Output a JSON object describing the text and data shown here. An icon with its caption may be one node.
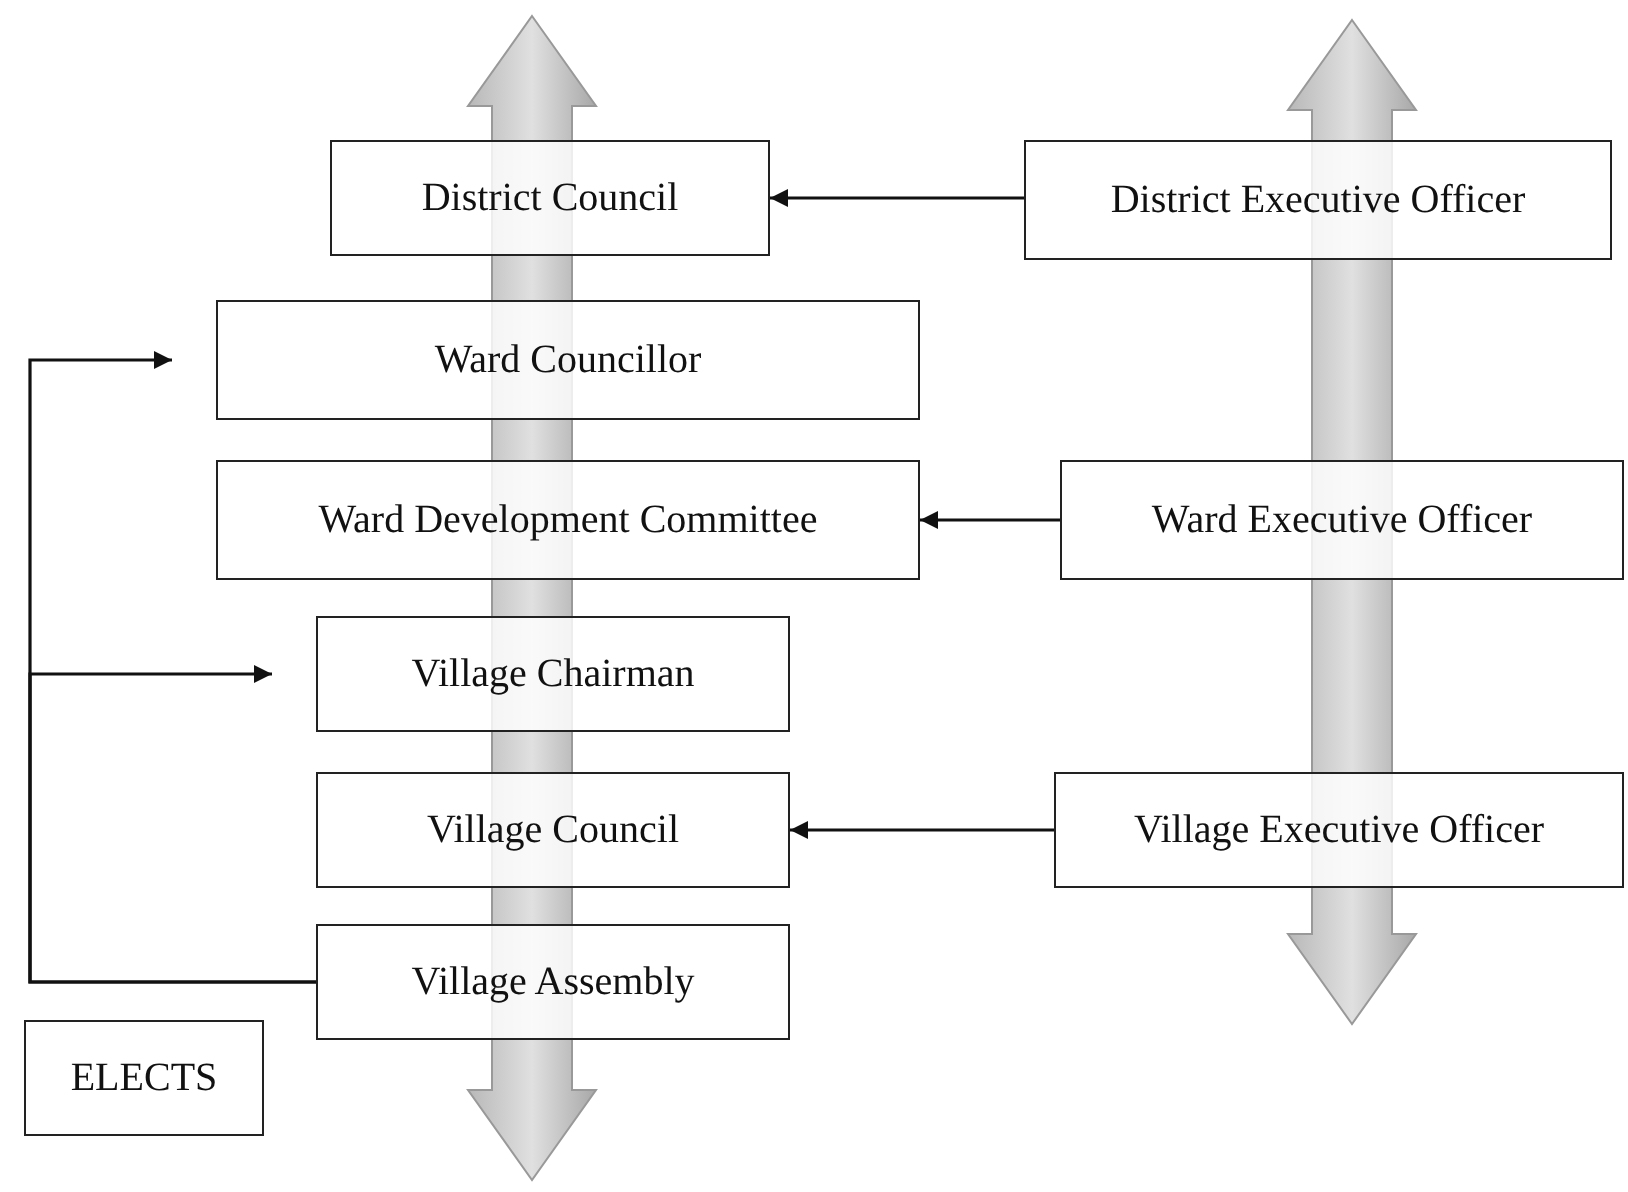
{
  "diagram": {
    "nodes": [
      {
        "text": [
          "District Council"
        ]
      },
      {
        "text": [
          "Ward Councillor"
        ]
      },
      {
        "text": [
          "Ward Development Committee"
        ]
      },
      {
        "text": [
          "Village Chairman"
        ]
      },
      {
        "text": [
          "Village Council"
        ]
      },
      {
        "text": [
          "Village Assembly"
        ]
      },
      {
        "text": [
          "ELECTS"
        ]
      },
      {
        "text": [
          "District Executive Officer"
        ]
      },
      {
        "text": [
          "Ward Executive Officer"
        ]
      },
      {
        "text": [
          "Village Executive Officer"
        ]
      }
    ],
    "edges": [
      {
        "from": 7,
        "to": 0,
        "arrow": "to"
      },
      {
        "from": 8,
        "to": 2,
        "arrow": "to"
      },
      {
        "from": 9,
        "to": 4,
        "arrow": "to"
      },
      {
        "from": 5,
        "to": 1,
        "arrow": "to"
      },
      {
        "from": 5,
        "to": 3,
        "arrow": "to"
      }
    ]
  }
}
